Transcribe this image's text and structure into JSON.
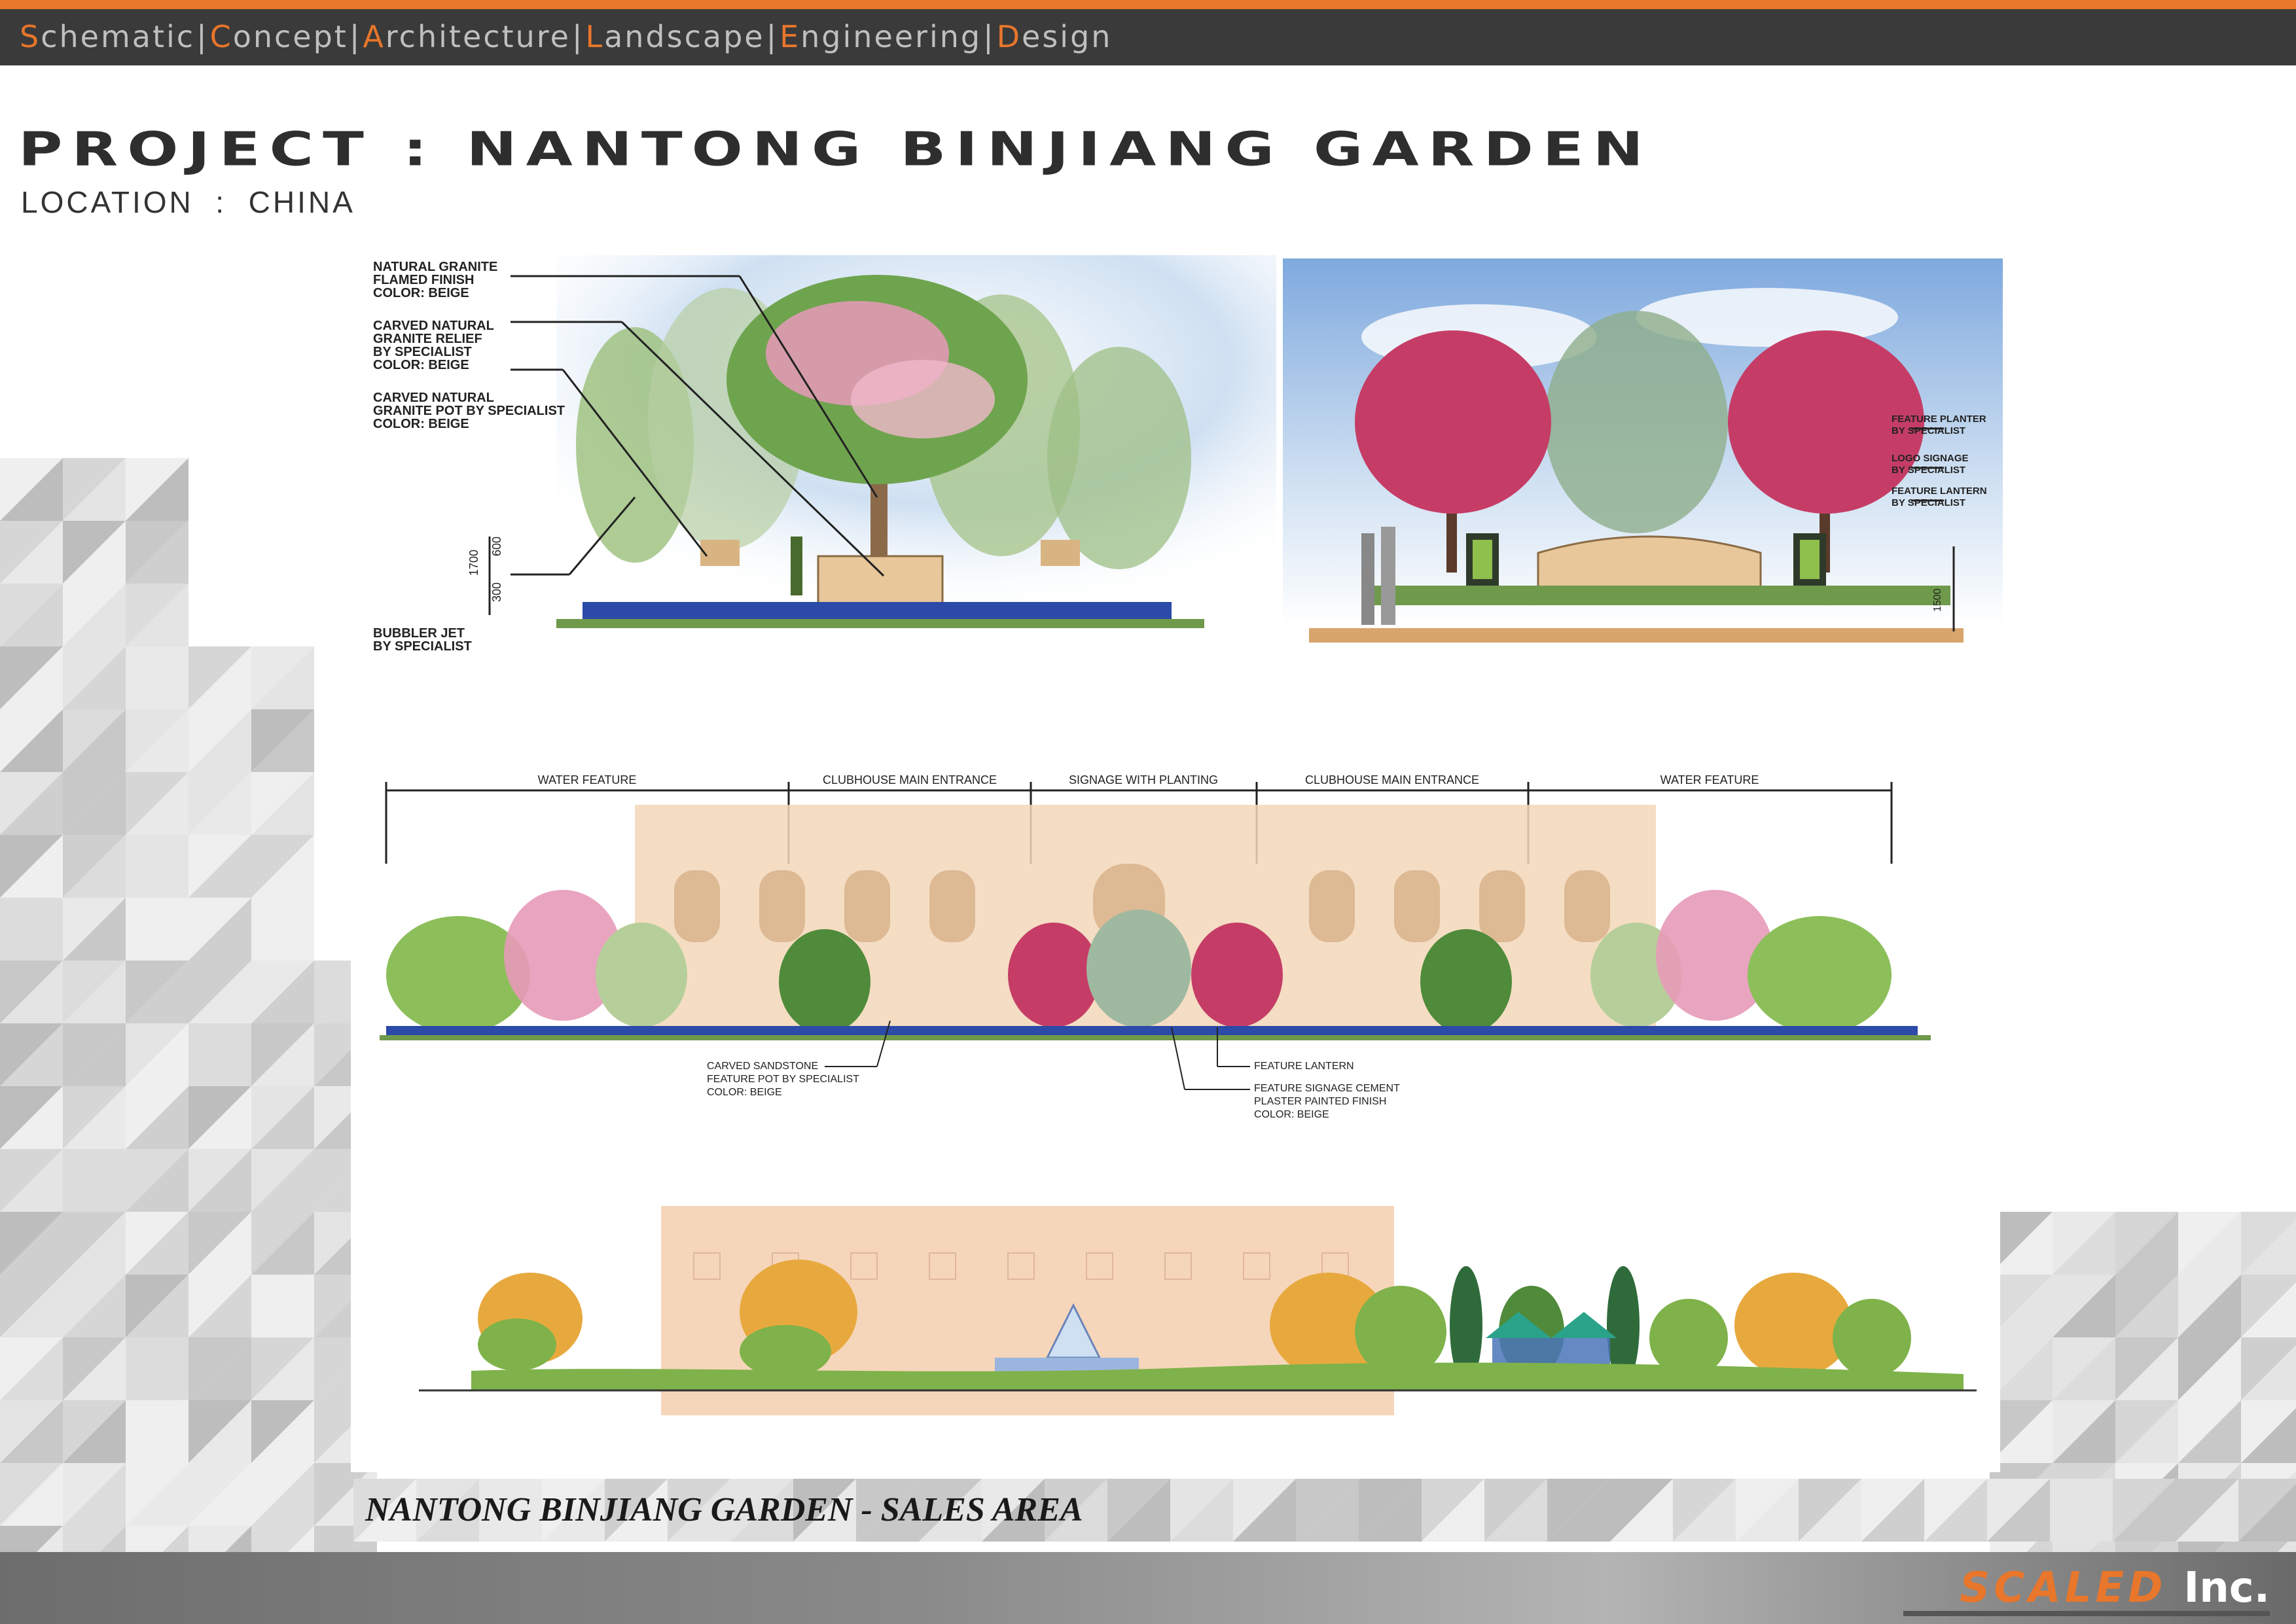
{
  "header": {
    "nav": [
      {
        "initial": "S",
        "rest": "chematic"
      },
      {
        "initial": "C",
        "rest": "oncept"
      },
      {
        "initial": "A",
        "rest": "rchitecture"
      },
      {
        "initial": "L",
        "rest": "andscape"
      },
      {
        "initial": "E",
        "rest": "ngineering"
      },
      {
        "initial": "D",
        "rest": "esign"
      }
    ],
    "separator": "|",
    "accent_color": "#e8762b",
    "bar_color": "#3a3a3a"
  },
  "project": {
    "title": "PROJECT : NANTONG BINJIANG GARDEN",
    "location": "LOCATION  :  CHINA"
  },
  "elevation_top_left": {
    "notes": [
      "NATURAL GRANITE",
      "FLAMED FINISH",
      "COLOR: BEIGE",
      "CARVED NATURAL",
      "GRANITE RELIEF",
      "BY SPECIALIST",
      "COLOR: BEIGE",
      "CARVED NATURAL",
      "GRANITE POT BY SPECIALIST",
      "COLOR: BEIGE",
      "BUBBLER JET",
      "BY SPECIALIST"
    ],
    "dims": [
      "1700",
      "300",
      "600"
    ]
  },
  "elevation_top_right": {
    "notes": [
      "FEATURE PLANTER",
      "BY SPECIALIST",
      "LOGO SIGNAGE",
      "BY SPECIALIST",
      "FEATURE LANTERN",
      "BY SPECIALIST"
    ],
    "dims": [
      "1500"
    ]
  },
  "elevation_middle": {
    "segments": [
      "WATER FEATURE",
      "CLUBHOUSE MAIN ENTRANCE",
      "SIGNAGE WITH PLANTING",
      "CLUBHOUSE MAIN ENTRANCE",
      "WATER FEATURE"
    ],
    "note_left": [
      "CARVED SANDSTONE",
      "FEATURE POT BY SPECIALIST",
      "COLOR: BEIGE"
    ],
    "note_right_1": "FEATURE LANTERN",
    "note_right_2": [
      "FEATURE SIGNAGE CEMENT",
      "PLASTER PAINTED FINISH",
      "COLOR: BEIGE"
    ]
  },
  "caption": "NANTONG BINJIANG GARDEN - SALES AREA",
  "footer": {
    "brand": "SCALED",
    "suffix": "Inc."
  }
}
